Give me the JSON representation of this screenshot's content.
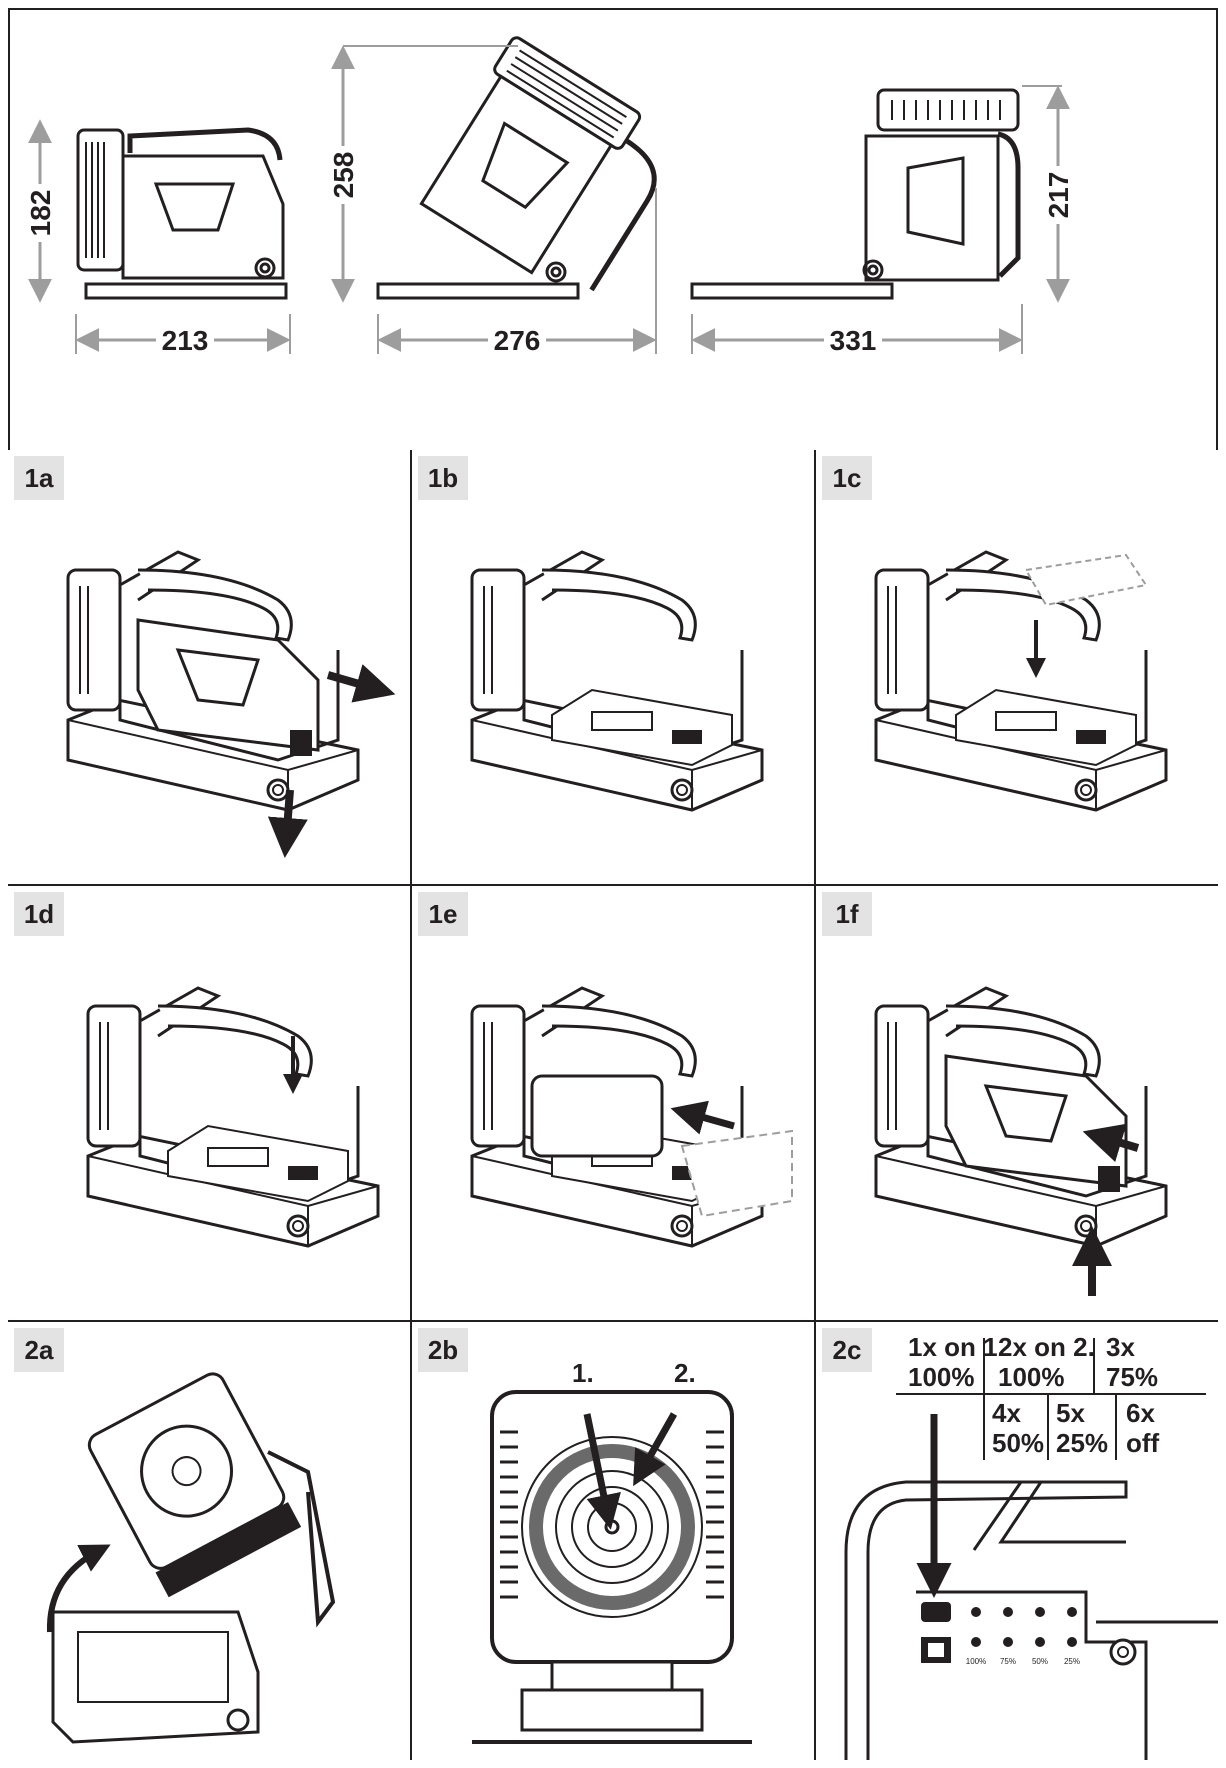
{
  "dimensions": {
    "view1": {
      "height": "182",
      "width": "213"
    },
    "view2": {
      "height": "258",
      "width": "276"
    },
    "view3": {
      "height": "217",
      "width": "331"
    }
  },
  "panels": {
    "p1a": "1a",
    "p1b": "1b",
    "p1c": "1c",
    "p1d": "1d",
    "p1e": "1e",
    "p1f": "1f",
    "p2a": "2a",
    "p2b": "2b",
    "p2c": "2c"
  },
  "step_2b": {
    "pointer1": "1.",
    "pointer2": "2."
  },
  "step_2c": {
    "press_table": [
      {
        "press": "1x on 1.",
        "level": "100%"
      },
      {
        "press": "2x on 2.",
        "level": "100%"
      },
      {
        "press": "3x",
        "level": "75%"
      },
      {
        "press": "4x",
        "level": "50%"
      },
      {
        "press": "5x",
        "level": "25%"
      },
      {
        "press": "6x",
        "level": "off"
      }
    ],
    "indicator_labels": [
      "100%",
      "75%",
      "50%",
      "25%"
    ]
  },
  "colors": {
    "line": "#231f20",
    "tag_bg": "#e3e3e3",
    "dim_arrow": "#9d9d9d",
    "ring": "#6a6a6a"
  },
  "icons": [
    "dimension-arrow",
    "move-arrow",
    "battery-pack",
    "work-light"
  ]
}
